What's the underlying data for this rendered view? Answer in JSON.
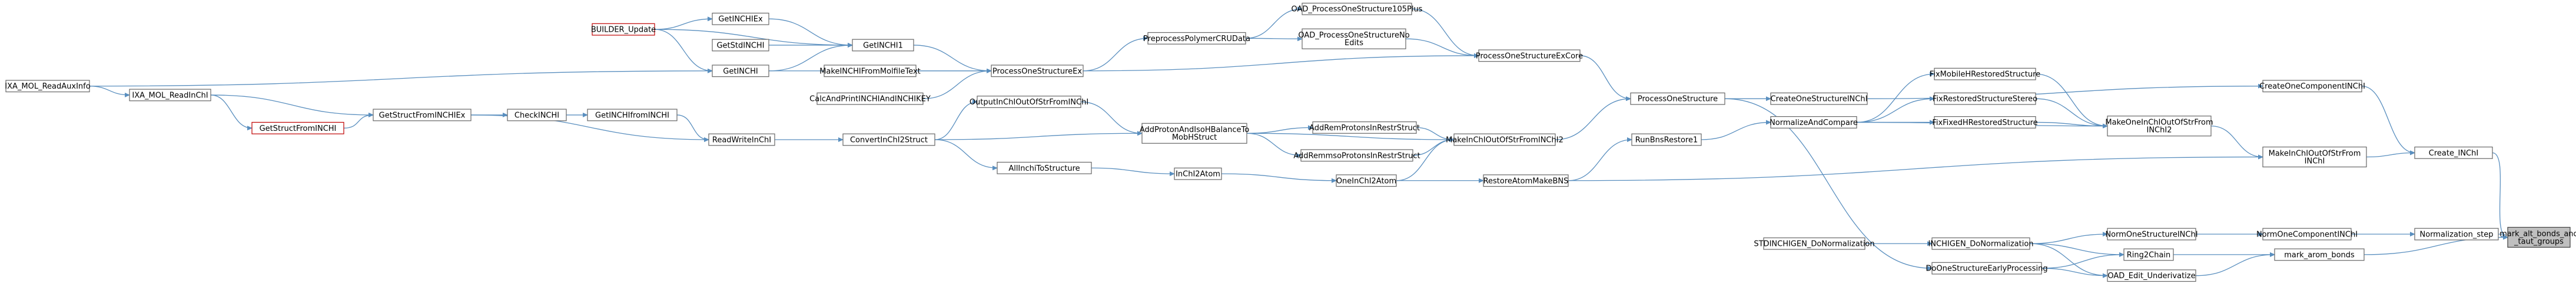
{
  "graph": {
    "type": "doxygen-caller-graph",
    "colors": {
      "edge": "#5a8fbf",
      "node_border": "#666666",
      "highlight_border": "#bf0000",
      "target_fill": "#bfbfbf"
    },
    "nodes": {
      "target": {
        "lines": [
          "mark_alt_bonds_and",
          "_taut_groups"
        ],
        "kind": "target"
      },
      "norm_step": {
        "lines": [
          "Normalization_step"
        ]
      },
      "mark_arom": {
        "lines": [
          "mark_arom_bonds"
        ]
      },
      "create_inchi": {
        "lines": [
          "Create_INChI"
        ]
      },
      "norm_one_comp": {
        "lines": [
          "NormOneComponentINChI"
        ]
      },
      "make_inchi_from": {
        "lines": [
          "MakeInChIOutOfStrFrom",
          "INChI"
        ]
      },
      "create_one_comp": {
        "lines": [
          "CreateOneComponentINChI"
        ]
      },
      "norm_one_struct": {
        "lines": [
          "NormOneStructureINChI"
        ]
      },
      "ring2chain": {
        "lines": [
          "Ring2Chain"
        ]
      },
      "oad_edit": {
        "lines": [
          "OAD_Edit_Underivatize"
        ]
      },
      "inchigen_dn": {
        "lines": [
          "INCHIGEN_DoNormalization"
        ]
      },
      "do_early": {
        "lines": [
          "DoOneStructureEarlyProcessing"
        ]
      },
      "std_dn": {
        "lines": [
          "STDINCHIGEN_DoNormalization"
        ]
      },
      "make_inchi2": {
        "lines": [
          "MakeOneInChIOutOfStrFrom",
          "INChI2"
        ]
      },
      "fix_mobile": {
        "lines": [
          "FixMobileHRestoredStructure"
        ]
      },
      "fix_stereo": {
        "lines": [
          "FixRestoredStructureStereo"
        ]
      },
      "fix_fixedh": {
        "lines": [
          "FixFixedHRestoredStructure"
        ]
      },
      "norm_compare": {
        "lines": [
          "NormalizeAndCompare"
        ]
      },
      "create_one_struct": {
        "lines": [
          "CreateOneStructureINChI"
        ]
      },
      "process_one": {
        "lines": [
          "ProcessOneStructure"
        ]
      },
      "run_bns": {
        "lines": [
          "RunBnsRestore1"
        ]
      },
      "restore_bns": {
        "lines": [
          "RestoreAtomMakeBNS"
        ]
      },
      "process_ex_core": {
        "lines": [
          "ProcessOneStructureExCore"
        ]
      },
      "oad_105": {
        "lines": [
          "OAD_ProcessOneStructure105Plus"
        ]
      },
      "oad_noedits": {
        "lines": [
          "OAD_ProcessOneStructureNo",
          "Edits"
        ]
      },
      "preprocess_poly": {
        "lines": [
          "PreprocessPolymerCRUData"
        ]
      },
      "process_ex": {
        "lines": [
          "ProcessOneStructureEx"
        ]
      },
      "make_inchi_mol": {
        "lines": [
          "MakeINCHIFromMolfileText"
        ]
      },
      "calc_print": {
        "lines": [
          "CalcAndPrintINCHIAndINCHIKEY"
        ]
      },
      "get_inchi1": {
        "lines": [
          "GetINCHI1"
        ]
      },
      "get_inchi_ex": {
        "lines": [
          "GetINCHIEx"
        ]
      },
      "get_std": {
        "lines": [
          "GetStdINCHI"
        ]
      },
      "get_inchi": {
        "lines": [
          "GetINCHI"
        ]
      },
      "builder": {
        "lines": [
          "BUILDER_Update"
        ],
        "kind": "red"
      },
      "ixa_aux": {
        "lines": [
          "IXA_MOL_ReadAuxInfo"
        ]
      },
      "make_inchi_strfrom": {
        "lines": [
          "MakeInChIOutOfStrFromINChI2"
        ]
      },
      "add_rem": {
        "lines": [
          "AddRemProtonsInRestrStruct"
        ]
      },
      "add_remmso": {
        "lines": [
          "AddRemmsoProtonsInRestrStruct"
        ]
      },
      "add_proton": {
        "lines": [
          "AddProtonAndIsoHBalanceTo",
          "MobHStruct"
        ]
      },
      "one_inchi2atom": {
        "lines": [
          "OneInChI2Atom"
        ]
      },
      "inchi2atom": {
        "lines": [
          "InChI2Atom"
        ]
      },
      "all_inchi": {
        "lines": [
          "AllInchiToStructure"
        ]
      },
      "convert_inchi": {
        "lines": [
          "ConvertInChI2Struct"
        ]
      },
      "output_inchi": {
        "lines": [
          "OutputInChIOutOfStrFromINChI"
        ]
      },
      "read_write": {
        "lines": [
          "ReadWriteInChI"
        ]
      },
      "get_inchi_from": {
        "lines": [
          "GetINCHIfromINCHI"
        ]
      },
      "check_inchi": {
        "lines": [
          "CheckINCHI"
        ]
      },
      "get_struct_from": {
        "lines": [
          "GetStructFromINCHIEx"
        ]
      },
      "get_struct_red": {
        "lines": [
          "GetStructFromINCHI"
        ],
        "kind": "red"
      },
      "ixa_readinchi": {
        "lines": [
          "IXA_MOL_ReadInChI"
        ]
      },
      "ixa_aux2": {
        "lines": [
          "IXA_MOL_ReadAuxInfo"
        ]
      }
    },
    "edges": [
      [
        "norm_step",
        "target"
      ],
      [
        "mark_arom",
        "target"
      ],
      [
        "create_inchi",
        "target"
      ],
      [
        "norm_one_comp",
        "norm_step"
      ],
      [
        "oad_edit",
        "mark_arom"
      ],
      [
        "ring2chain",
        "mark_arom"
      ],
      [
        "make_inchi_from",
        "create_inchi"
      ],
      [
        "create_one_comp",
        "create_inchi"
      ],
      [
        "norm_one_struct",
        "norm_one_comp"
      ],
      [
        "inchigen_dn",
        "norm_one_struct"
      ],
      [
        "inchigen_dn",
        "ring2chain"
      ],
      [
        "do_early",
        "ring2chain"
      ],
      [
        "inchigen_dn",
        "oad_edit"
      ],
      [
        "do_early",
        "oad_edit"
      ],
      [
        "std_dn",
        "inchigen_dn"
      ],
      [
        "process_one",
        "do_early"
      ],
      [
        "make_inchi2",
        "make_inchi_from"
      ],
      [
        "restore_bns",
        "make_inchi_from"
      ],
      [
        "create_one_struct",
        "create_one_comp"
      ],
      [
        "fix_mobile",
        "make_inchi2"
      ],
      [
        "fix_stereo",
        "make_inchi2"
      ],
      [
        "fix_fixedh",
        "make_inchi2"
      ],
      [
        "norm_compare",
        "make_inchi2"
      ],
      [
        "norm_compare",
        "fix_mobile"
      ],
      [
        "norm_compare",
        "fix_stereo"
      ],
      [
        "norm_compare",
        "fix_fixedh"
      ],
      [
        "run_bns",
        "norm_compare"
      ],
      [
        "process_one",
        "create_one_struct"
      ],
      [
        "process_ex_core",
        "process_one"
      ],
      [
        "make_inchi_strfrom",
        "process_one"
      ],
      [
        "restore_bns",
        "run_bns"
      ],
      [
        "one_inchi2atom",
        "restore_bns"
      ],
      [
        "oad_105",
        "process_ex_core"
      ],
      [
        "oad_noedits",
        "process_ex_core"
      ],
      [
        "process_ex",
        "process_ex_core"
      ],
      [
        "preprocess_poly",
        "oad_105"
      ],
      [
        "preprocess_poly",
        "oad_noedits"
      ],
      [
        "process_ex",
        "preprocess_poly"
      ],
      [
        "get_inchi1",
        "process_ex"
      ],
      [
        "make_inchi_mol",
        "process_ex"
      ],
      [
        "calc_print",
        "process_ex"
      ],
      [
        "get_inchi",
        "process_ex"
      ],
      [
        "get_inchi_ex",
        "get_inchi1"
      ],
      [
        "get_std",
        "get_inchi1"
      ],
      [
        "get_inchi",
        "get_inchi1"
      ],
      [
        "builder",
        "get_inchi1"
      ],
      [
        "builder",
        "get_inchi_ex"
      ],
      [
        "builder",
        "get_inchi"
      ],
      [
        "ixa_aux",
        "get_inchi"
      ],
      [
        "add_rem",
        "make_inchi_strfrom"
      ],
      [
        "add_remmso",
        "make_inchi_strfrom"
      ],
      [
        "add_proton",
        "make_inchi_strfrom"
      ],
      [
        "one_inchi2atom",
        "make_inchi_strfrom"
      ],
      [
        "add_proton",
        "add_rem"
      ],
      [
        "add_proton",
        "add_remmso"
      ],
      [
        "convert_inchi",
        "add_proton"
      ],
      [
        "output_inchi",
        "add_proton"
      ],
      [
        "inchi2atom",
        "one_inchi2atom"
      ],
      [
        "all_inchi",
        "inchi2atom"
      ],
      [
        "convert_inchi",
        "all_inchi"
      ],
      [
        "convert_inchi",
        "output_inchi"
      ],
      [
        "read_write",
        "convert_inchi"
      ],
      [
        "get_inchi_from",
        "read_write"
      ],
      [
        "get_struct_from",
        "read_write"
      ],
      [
        "check_inchi",
        "get_inchi_from"
      ],
      [
        "get_struct_from",
        "check_inchi"
      ],
      [
        "get_struct_red",
        "get_struct_from"
      ],
      [
        "ixa_readinchi",
        "get_struct_from"
      ],
      [
        "ixa_readinchi",
        "get_struct_red"
      ],
      [
        "ixa_aux2",
        "ixa_readinchi"
      ]
    ]
  }
}
